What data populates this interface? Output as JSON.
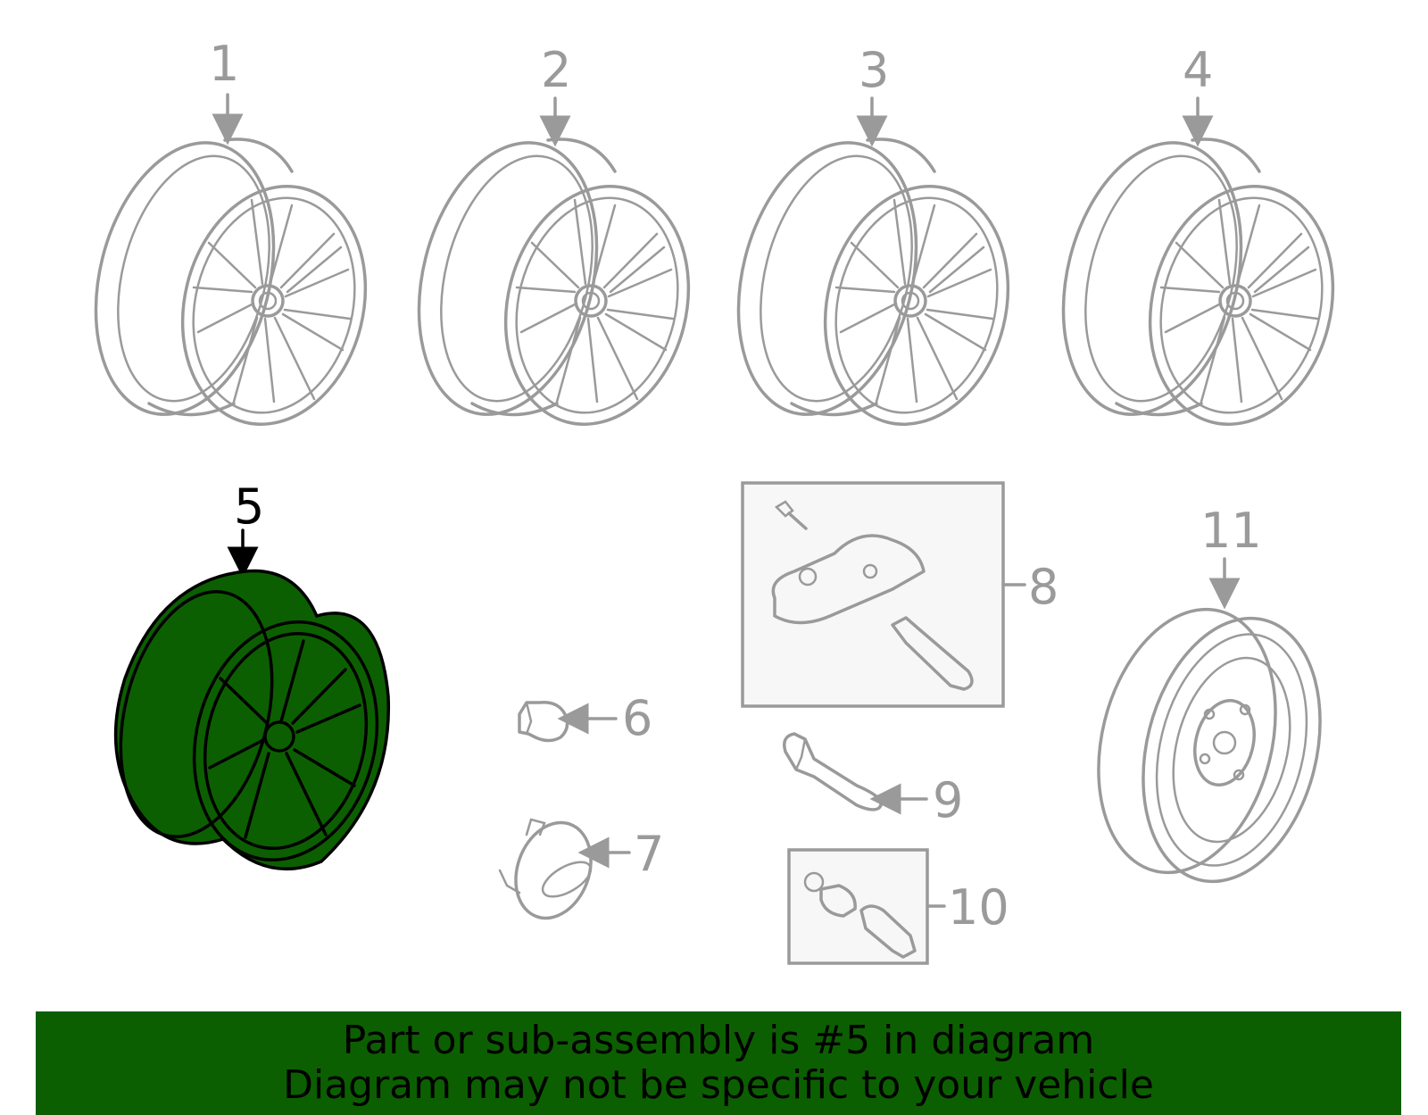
{
  "colors": {
    "line": "#9a9a9a",
    "highlight_fill": "#0c5f00",
    "highlight_stroke": "#000000",
    "banner_bg": "#0c5f00"
  },
  "callouts": {
    "c1": "1",
    "c2": "2",
    "c3": "3",
    "c4": "4",
    "c5": "5",
    "c6": "6",
    "c7": "7",
    "c8": "8",
    "c9": "9",
    "c10": "10",
    "c11": "11"
  },
  "highlighted_part": "5",
  "banner": {
    "line1": "Part or sub-assembly is #5 in diagram",
    "line2": "Diagram may not be specific to your vehicle"
  }
}
